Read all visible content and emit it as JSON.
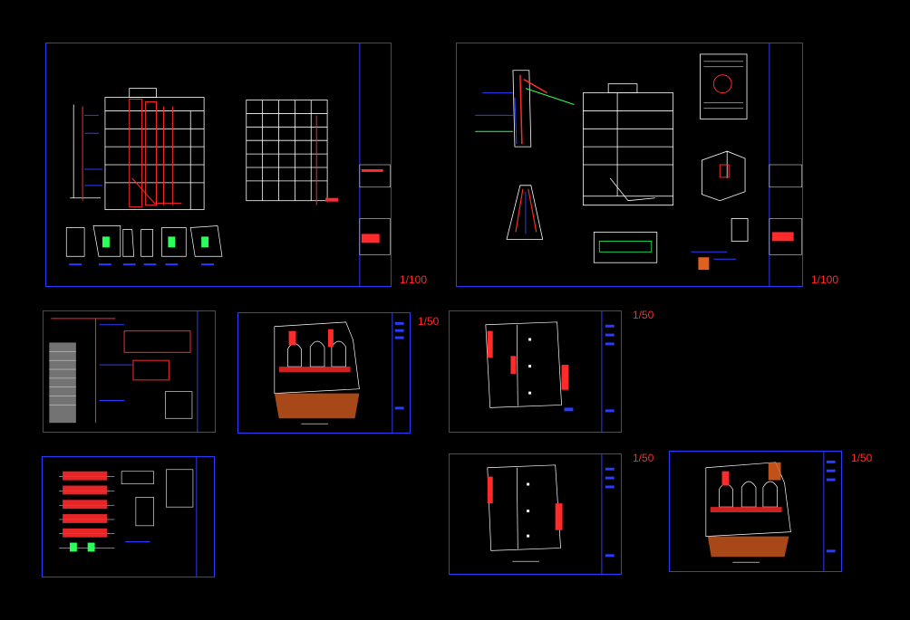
{
  "sheets": [
    {
      "id": "elevation-sheet-1",
      "scale": "1/100"
    },
    {
      "id": "elevation-sheet-2",
      "scale": "1/100"
    },
    {
      "id": "schedule-sheet-1",
      "scale": ""
    },
    {
      "id": "floor-plan-1",
      "scale": "1/50"
    },
    {
      "id": "floor-plan-2",
      "scale": "1/50"
    },
    {
      "id": "riser-sheet",
      "scale": ""
    },
    {
      "id": "floor-plan-3",
      "scale": "1/50"
    },
    {
      "id": "floor-plan-4",
      "scale": "1/50"
    }
  ],
  "colors": {
    "background": "#000000",
    "border": "#2a3cff",
    "line": "#ffffff",
    "accent": "#ff2a2a",
    "green": "#2aff5a",
    "hatch": "#e06020"
  }
}
